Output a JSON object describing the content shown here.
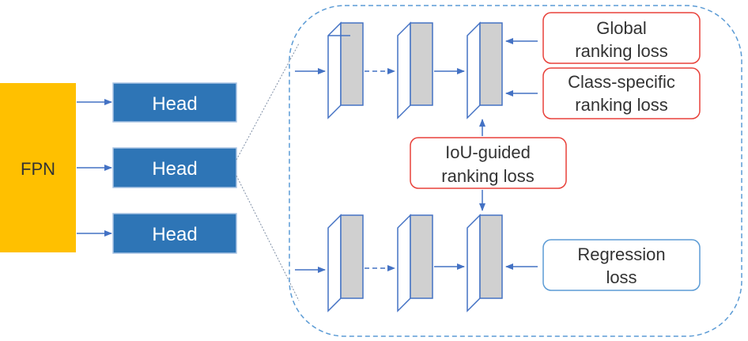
{
  "fpn": {
    "label": "FPN",
    "color": "#FFC000"
  },
  "heads": [
    {
      "label": "Head"
    },
    {
      "label": "Head"
    },
    {
      "label": "Head"
    }
  ],
  "losses": {
    "global": {
      "line1": "Global",
      "line2": "ranking loss"
    },
    "class_specific": {
      "line1": "Class-specific",
      "line2": "ranking loss"
    },
    "iou_guided": {
      "line1": "IoU-guided",
      "line2": "ranking loss"
    },
    "regression": {
      "line1": "Regression",
      "line2": "loss"
    }
  },
  "colors": {
    "head_fill": "#2E75B6",
    "arrow": "#4472C4",
    "ranking_border": "#E8413A",
    "regression_border": "#5B9BD5",
    "dashed_border": "#5B9BD5",
    "layer_front": "#D0D0D0",
    "layer_side": "#FFFFFF"
  }
}
